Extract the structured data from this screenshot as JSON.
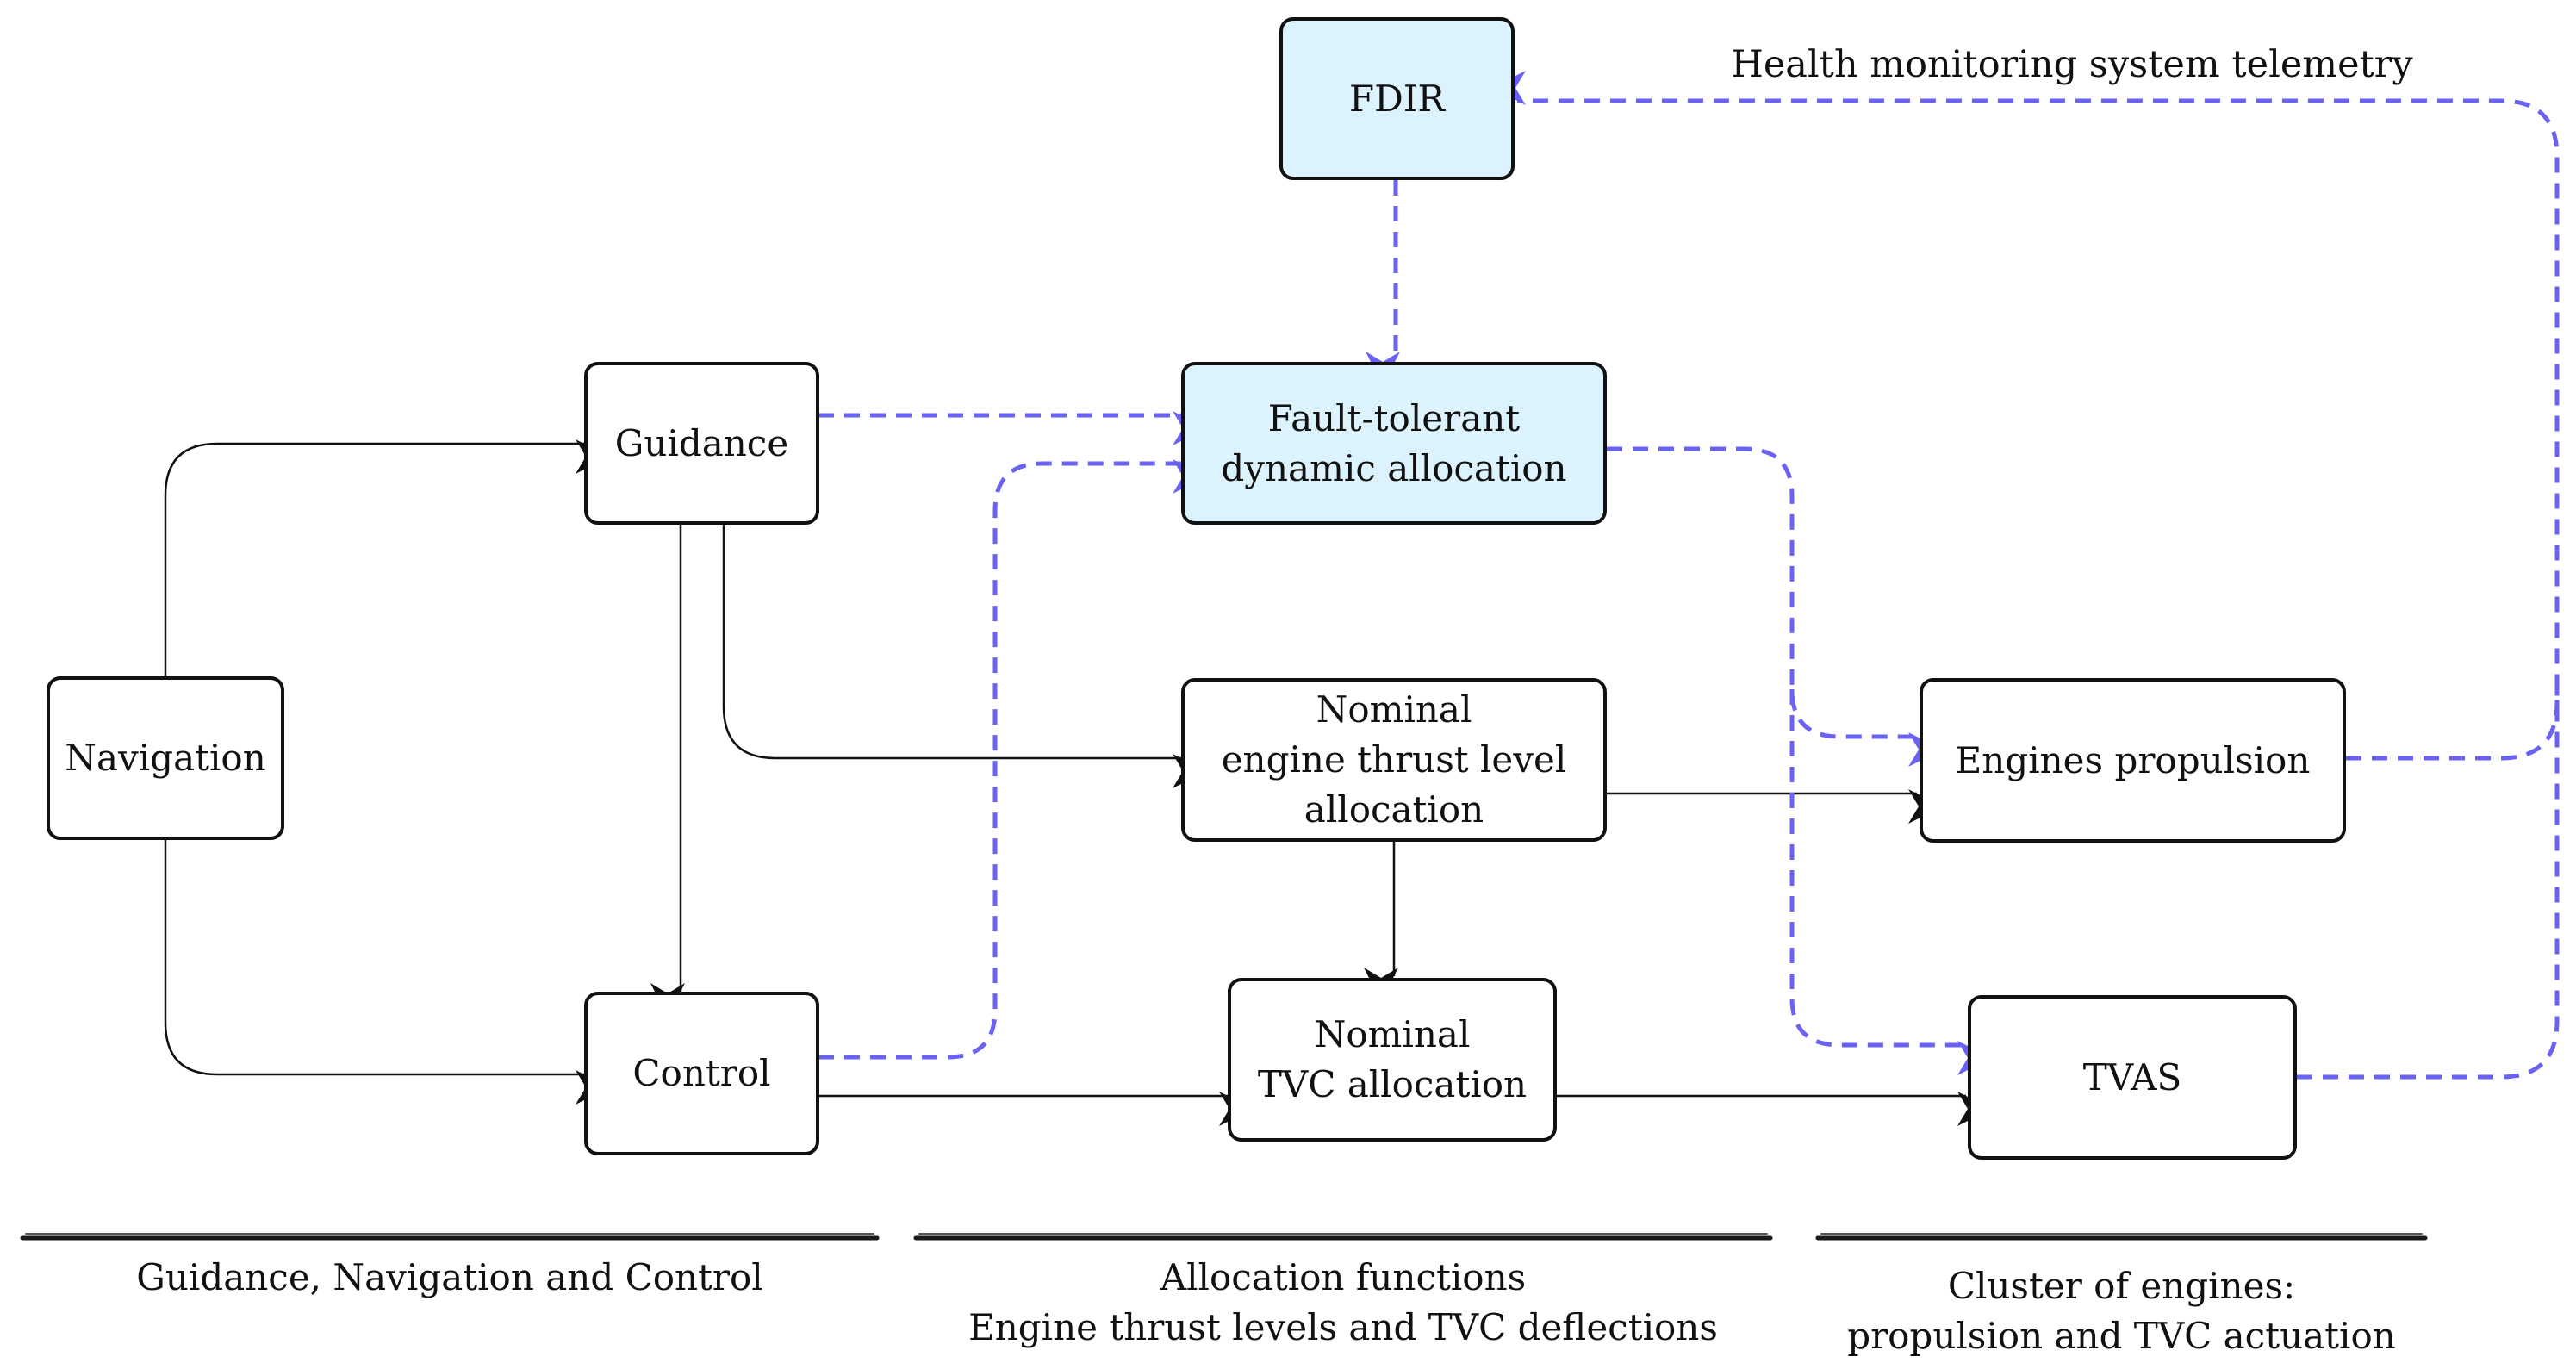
{
  "colors": {
    "fdir_path": "#6a62f2",
    "highlight_fill": "#dcf3fd",
    "stroke": "#111111"
  },
  "nodes": {
    "fdir": {
      "label": "FDIR"
    },
    "guidance": {
      "label": "Guidance"
    },
    "navigation": {
      "label": "Navigation"
    },
    "control": {
      "label": "Control"
    },
    "fault_tolerant": {
      "lines": [
        "Fault-tolerant",
        "dynamic allocation"
      ]
    },
    "nominal_thrust": {
      "lines": [
        "Nominal",
        "engine thrust level",
        "allocation"
      ]
    },
    "nominal_tvc": {
      "lines": [
        "Nominal",
        "TVC allocation"
      ]
    },
    "engines_propulsion": {
      "label": "Engines propulsion"
    },
    "tvas": {
      "label": "TVAS"
    }
  },
  "annotations": {
    "health_telemetry": "Health monitoring system telemetry"
  },
  "sections": [
    {
      "lines": [
        "Guidance, Navigation and Control"
      ]
    },
    {
      "lines": [
        "Allocation functions",
        "Engine thrust levels and TVC deflections"
      ]
    },
    {
      "lines": [
        "Cluster of engines:",
        "propulsion and TVC actuation"
      ]
    }
  ]
}
